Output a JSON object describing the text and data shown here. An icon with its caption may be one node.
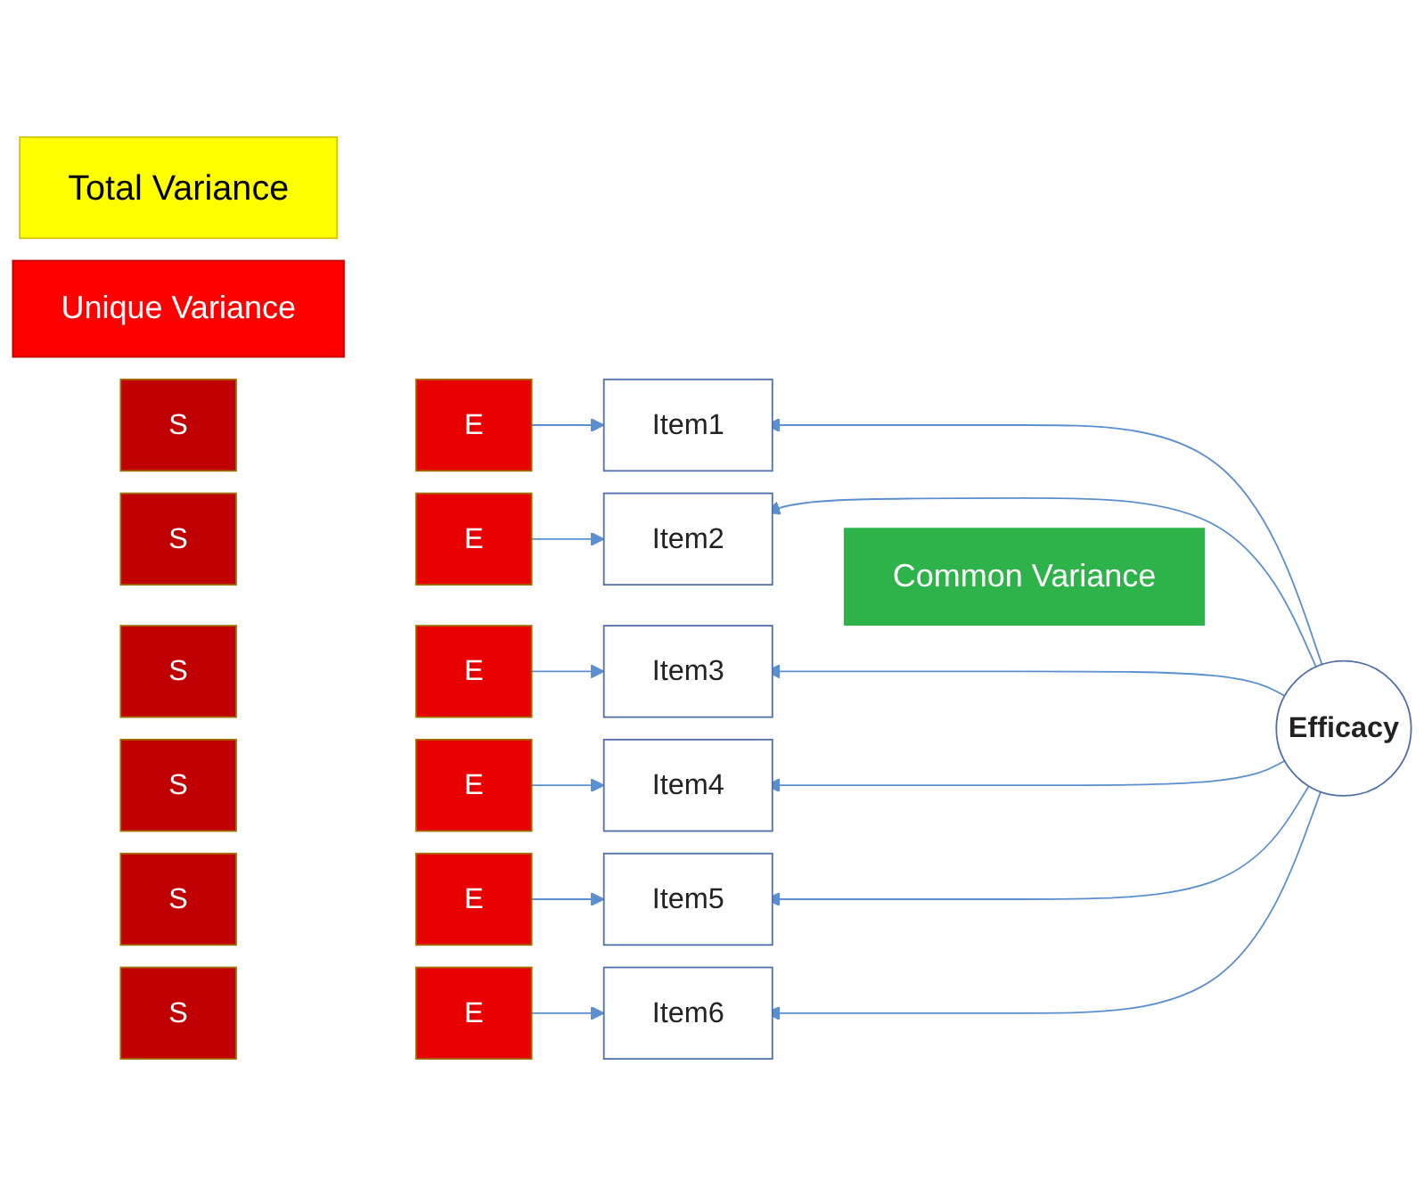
{
  "diagram": {
    "nodes": [
      {
        "text": [
          "Total Variance"
        ]
      },
      {
        "text": [
          "Unique Variance"
        ]
      },
      {
        "text": [
          "S"
        ]
      },
      {
        "text": [
          "E"
        ]
      },
      {
        "text": [
          "Item1"
        ]
      },
      {
        "text": [
          "S"
        ]
      },
      {
        "text": [
          "E"
        ]
      },
      {
        "text": [
          "Item2"
        ]
      },
      {
        "text": [
          "S"
        ]
      },
      {
        "text": [
          "E"
        ]
      },
      {
        "text": [
          "Item3"
        ]
      },
      {
        "text": [
          "S"
        ]
      },
      {
        "text": [
          "E"
        ]
      },
      {
        "text": [
          "Item4"
        ]
      },
      {
        "text": [
          "S"
        ]
      },
      {
        "text": [
          "E"
        ]
      },
      {
        "text": [
          "Item5"
        ]
      },
      {
        "text": [
          "S"
        ]
      },
      {
        "text": [
          "E"
        ]
      },
      {
        "text": [
          "Item6"
        ]
      },
      {
        "text": [
          "Common Variance"
        ]
      },
      {
        "text": [
          "Efficacy"
        ]
      }
    ],
    "edges": [
      {
        "from": 3,
        "to": 4,
        "arrow": "to"
      },
      {
        "from": 6,
        "to": 7,
        "arrow": "to"
      },
      {
        "from": 9,
        "to": 10,
        "arrow": "to"
      },
      {
        "from": 12,
        "to": 13,
        "arrow": "to"
      },
      {
        "from": 15,
        "to": 16,
        "arrow": "to"
      },
      {
        "from": 18,
        "to": 19,
        "arrow": "to"
      },
      {
        "from": 21,
        "to": 4,
        "arrow": "to"
      },
      {
        "from": 21,
        "to": 7,
        "arrow": "to"
      },
      {
        "from": 21,
        "to": 10,
        "arrow": "to"
      },
      {
        "from": 21,
        "to": 13,
        "arrow": "to"
      },
      {
        "from": 21,
        "to": 16,
        "arrow": "to"
      },
      {
        "from": 21,
        "to": 19,
        "arrow": "to"
      }
    ]
  }
}
